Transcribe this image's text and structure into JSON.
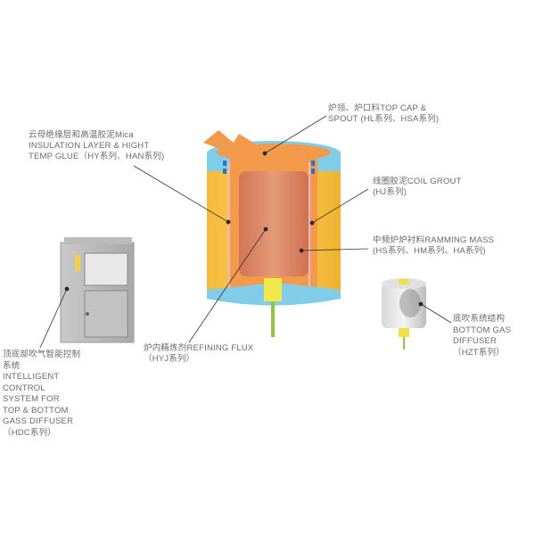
{
  "labels": {
    "mica": [
      "云母绝缘层和高温胶泥Mica",
      "INSULATION LAYER & HIGHT",
      "TEMP GLUE（HY系列、HAN系列)"
    ],
    "top_cap": [
      "炉领、炉口料TOP CAP &",
      "SPOUT (HL系列、HSA系列)"
    ],
    "coil_grout": [
      "线圈胶泥COIL GROUT",
      "(HJ系列)"
    ],
    "ramming": [
      "中频炉炉衬料RAMMING MASS",
      "(HS系列、HM系列、HA系列)"
    ],
    "refining": [
      "炉内精炼剂REFINING FLUX",
      "（HYJ系列）"
    ],
    "control": [
      "顶底部吹气智能控制",
      "系统",
      "INTELLIGENT",
      "CONTROL",
      "SYSTEM FOR",
      "TOP & BOTTOM",
      "GASS DIFFUSER",
      "（HDC系列）"
    ],
    "diffuser": [
      "底吹系统结构",
      "BOTTOM GAS",
      "DIFFUSER",
      "（HZT系列）"
    ]
  },
  "colors": {
    "orange": "#f2994a",
    "yellow": "#f7c742",
    "blue": "#7fcde8",
    "melt": "#d9805e",
    "text": "#6a6a6a"
  }
}
